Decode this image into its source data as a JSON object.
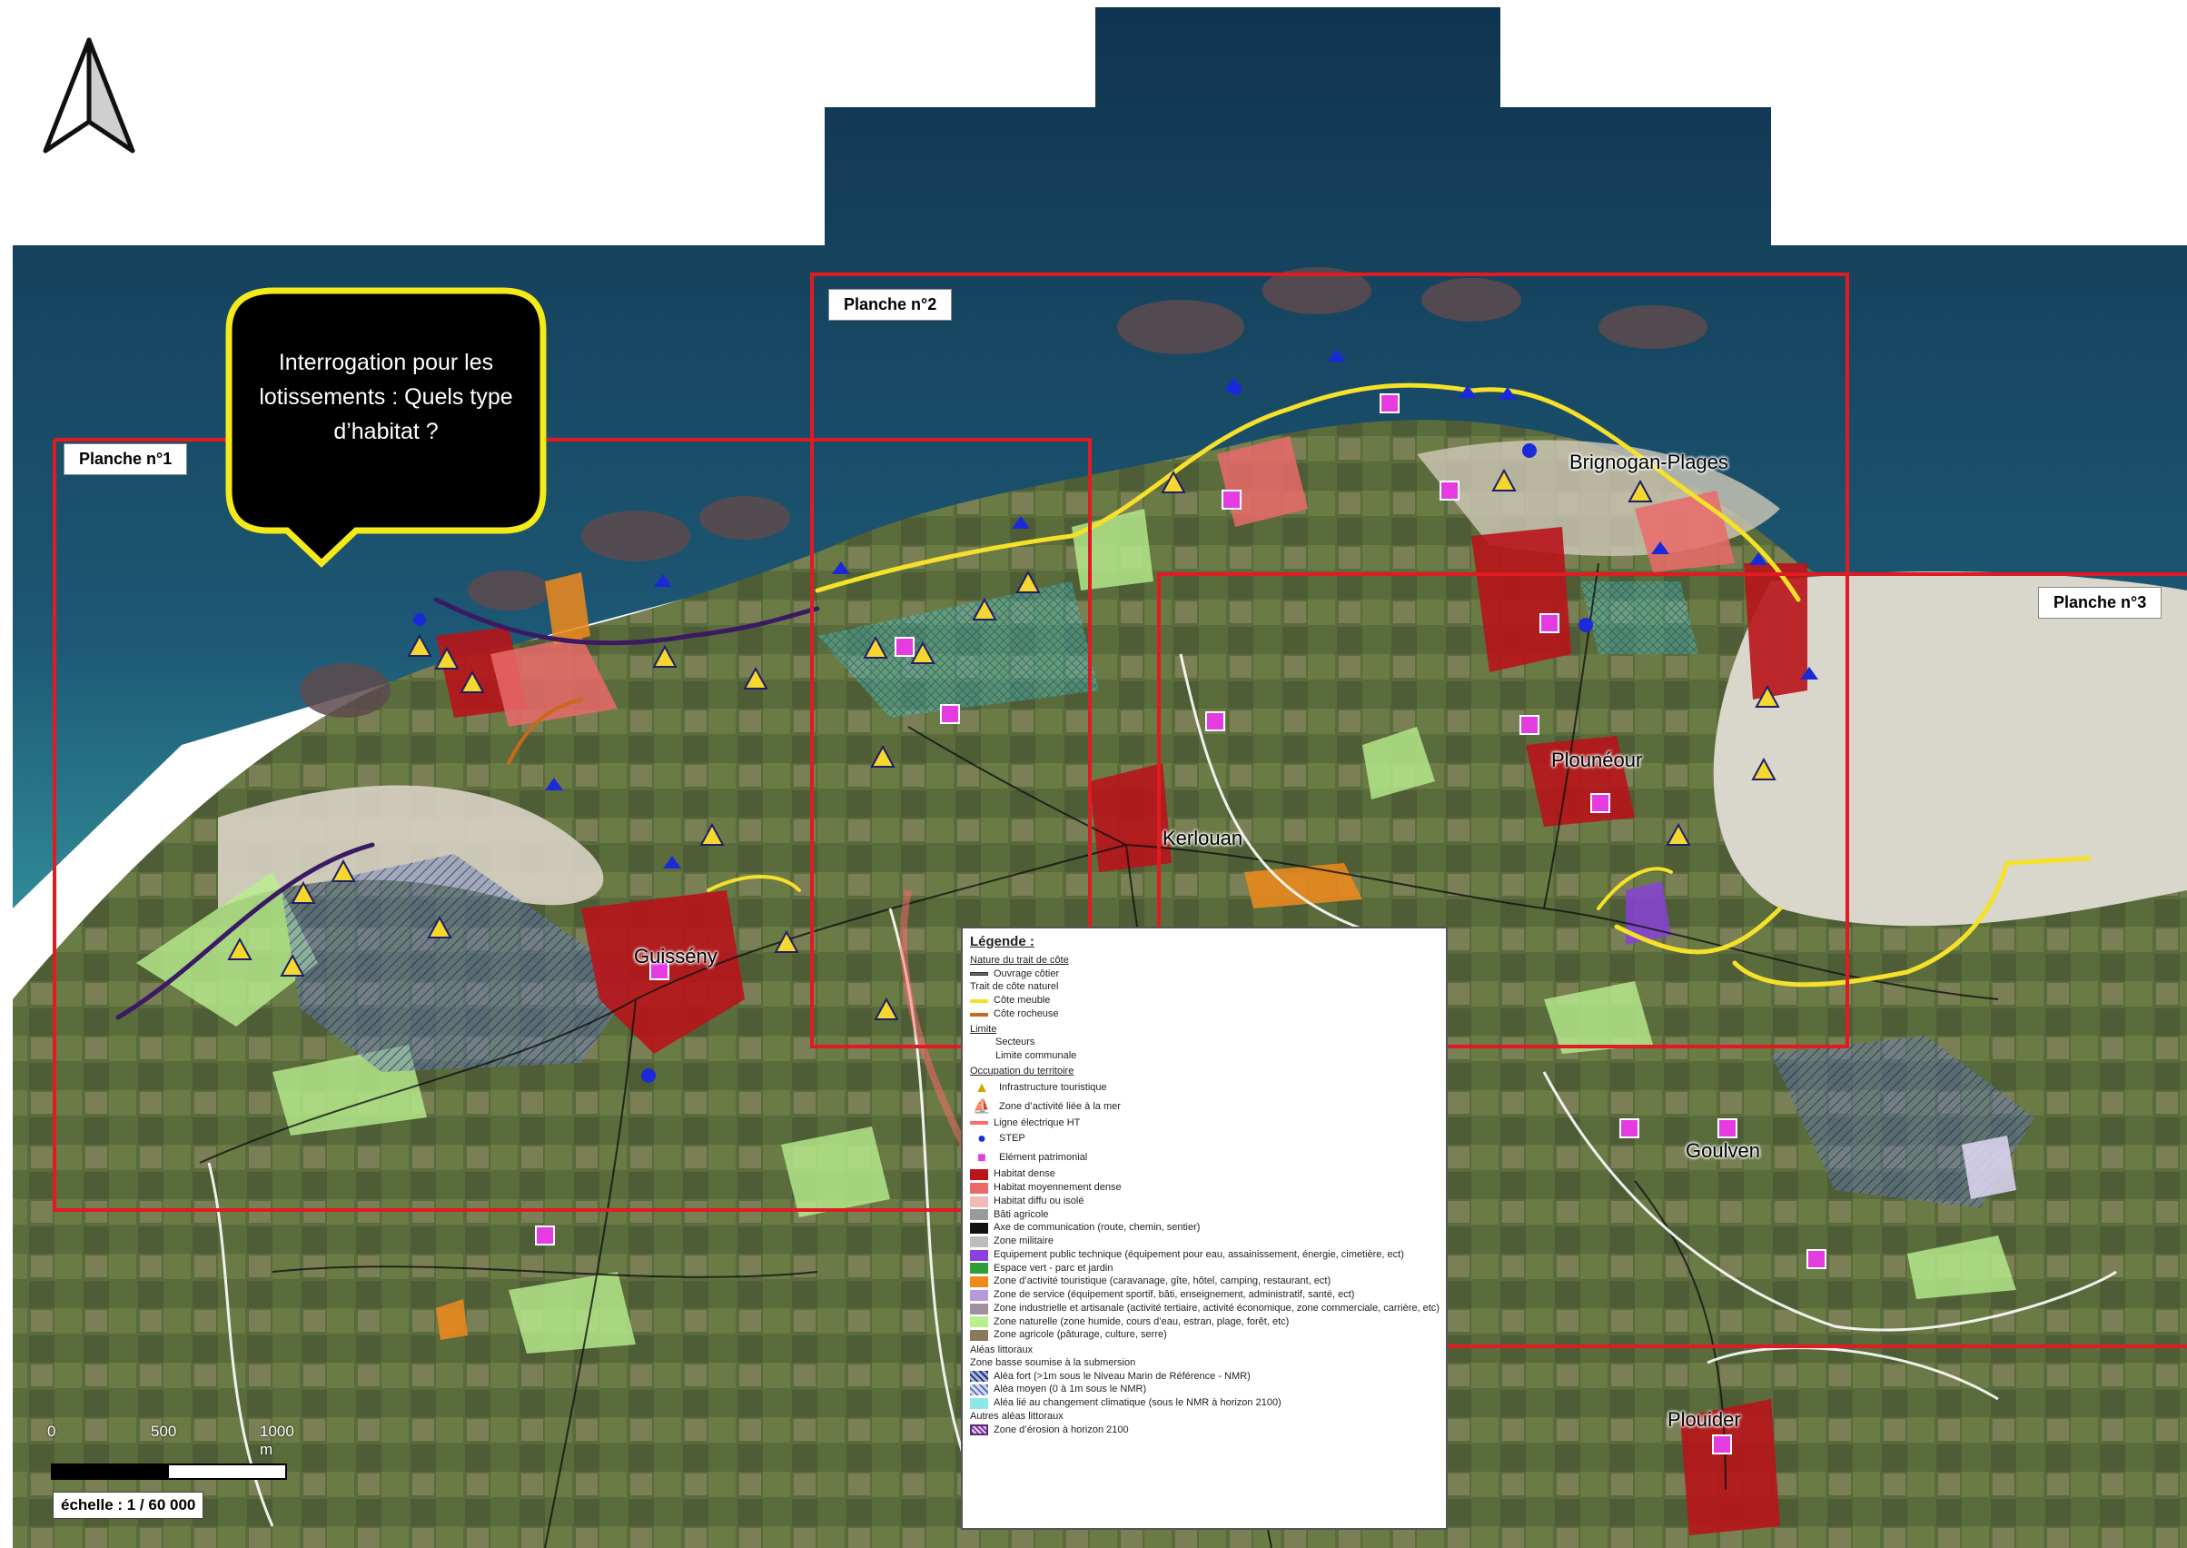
{
  "callout": {
    "text": "Interrogation pour les lotissements : Quels type d’habitat ?"
  },
  "planches": [
    "Planche n°1",
    "Planche n°2",
    "Planche n°3"
  ],
  "towns": {
    "brignogan": "Brignogan-Plages",
    "plouneour": "Plounéour",
    "kerlouan": "Kerlouan",
    "guisseny": "Guissény",
    "goulven": "Goulven",
    "plouider": "Plouider"
  },
  "scale": {
    "t0": "0",
    "t500": "500",
    "t1000": "1000 m",
    "ratio": "échelle : 1 / 60 000"
  },
  "legend": {
    "title": "Légende :",
    "coast_nature": "Nature du trait de côte",
    "ouvrage": "Ouvrage côtier",
    "trait_naturel": "Trait de côte naturel",
    "cote_meuble": "Côte meuble",
    "cote_rocheuse": "Côte rocheuse",
    "limite": "Limite",
    "secteurs": "Secteurs",
    "limite_communale": "Limite communale",
    "occupation": "Occupation du territoire",
    "infra_touristique": "Infrastructure touristique",
    "zone_mer": "Zone d’activité liée à la mer",
    "ligne_ht": "Ligne électrique HT",
    "step": "STEP",
    "element_patrimonial": "Elément patrimonial",
    "occ": [
      "Habitat dense",
      "Habitat moyennement dense",
      "Habitat diffu ou isolé",
      "Bâti agricole",
      "Axe de communication (route, chemin, sentier)",
      "Zone militaire",
      "Equipement public technique (équipement pour eau, assainissement, énergie, cimetière, ect)",
      "Espace vert - parc et jardin",
      "Zone d’activité touristique (caravanage, gîte, hôtel, camping, restaurant, ect)",
      "Zone de service (équipement sportif, bâti, enseignement, administratif, santé, ect)",
      "Zone industrielle et artisanale (activité tertiaire, activité économique, zone commerciale, carrière, etc)",
      "Zone naturelle (zone humide, cours d’eau, estran, plage, forêt, etc)",
      "Zone agricole (pâturage, culture, serre)"
    ],
    "occ_colors": [
      "#b8141a",
      "#ea6a6a",
      "#f2b9b9",
      "#9a9a9a",
      "#111111",
      "#bdbdbd",
      "#8a3fe0",
      "#2e9e3a",
      "#f08a1c",
      "#b59ad8",
      "#a28f9f",
      "#b9ef8f",
      "#8a7a5a"
    ],
    "aleas": "Aléas littoraux",
    "zone_basse": "Zone basse soumise à la submersion",
    "alea_fort": "Aléa fort (>1m sous le Niveau Marin de Référence - NMR)",
    "alea_moyen": "Aléa moyen (0 à 1m sous le NMR)",
    "alea_climat": "Aléa lié au changement climatique (sous le NMR à horizon 2100)",
    "autres": "Autres aléas littoraux",
    "erosion": "Zone d’érosion à horizon 2100"
  },
  "colors": {
    "sea": "#163c58",
    "land": "#5d6a3f",
    "frame_red": "#e11b22",
    "callout_fill": "#000000",
    "callout_border": "#f5ea19"
  }
}
